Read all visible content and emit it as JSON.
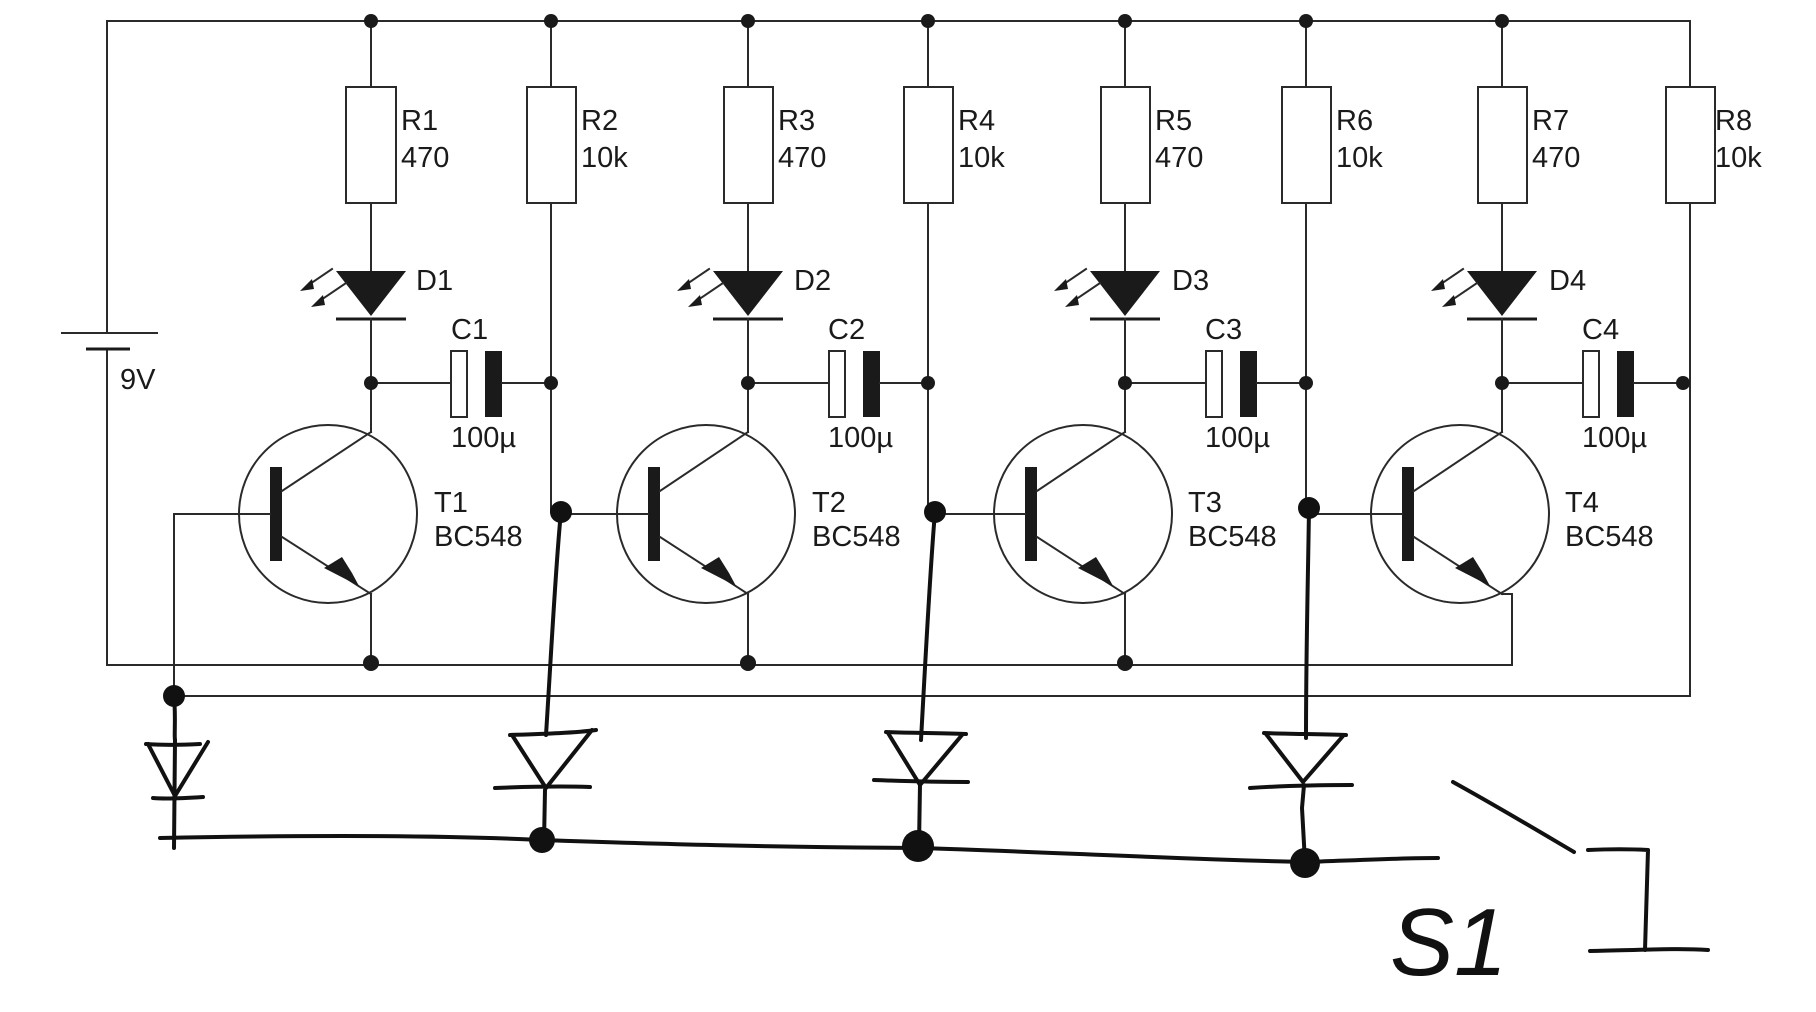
{
  "battery": {
    "value": "9V"
  },
  "resistors": [
    {
      "ref": "R1",
      "value": "470"
    },
    {
      "ref": "R2",
      "value": "10k"
    },
    {
      "ref": "R3",
      "value": "470"
    },
    {
      "ref": "R4",
      "value": "10k"
    },
    {
      "ref": "R5",
      "value": "470"
    },
    {
      "ref": "R6",
      "value": "10k"
    },
    {
      "ref": "R7",
      "value": "470"
    },
    {
      "ref": "R8",
      "value": "10k"
    }
  ],
  "leds": [
    {
      "ref": "D1"
    },
    {
      "ref": "D2"
    },
    {
      "ref": "D3"
    },
    {
      "ref": "D4"
    }
  ],
  "capacitors": [
    {
      "ref": "C1",
      "value": "100µ"
    },
    {
      "ref": "C2",
      "value": "100µ"
    },
    {
      "ref": "C3",
      "value": "100µ"
    },
    {
      "ref": "C4",
      "value": "100µ"
    }
  ],
  "transistors": [
    {
      "ref": "T1",
      "part": "BC548"
    },
    {
      "ref": "T2",
      "part": "BC548"
    },
    {
      "ref": "T3",
      "part": "BC548"
    },
    {
      "ref": "T4",
      "part": "BC548"
    }
  ],
  "switch": {
    "label": "S1"
  }
}
